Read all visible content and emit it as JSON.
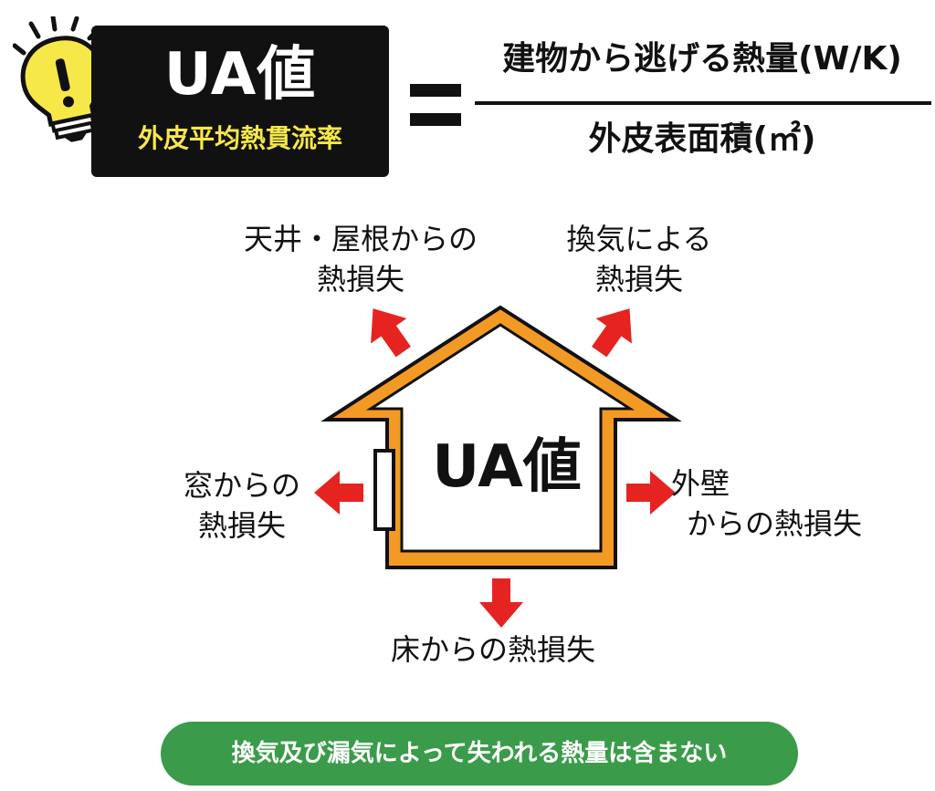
{
  "header": {
    "badge_title": "UA値",
    "badge_subtitle": "外皮平均熱貫流率",
    "numerator": "建物から逃げる熱量(W/K)",
    "denominator": "外皮表面積(㎡)"
  },
  "house": {
    "center_label": "UA値",
    "roof_label_line1": "天井・屋根からの",
    "roof_label_line2": "熱損失",
    "vent_label_line1": "換気による",
    "vent_label_line2": "熱損失",
    "window_label_line1": "窓からの",
    "window_label_line2": "熱損失",
    "wall_label_line1": "外壁",
    "wall_label_line2": "からの熱損失",
    "floor_label": "床からの熱損失"
  },
  "note": {
    "text": "換気及び漏気によって失われる熱量は含まない"
  },
  "colors": {
    "badge_bg": "#111111",
    "badge_subtitle": "#f7e84a",
    "house_frame": "#f39a25",
    "arrow": "#e52421",
    "note_bg": "#3a9c4a",
    "bulb": "#f7e84a"
  },
  "icons": {
    "bulb": "lightbulb-exclamation-icon",
    "equals": "equals-icon",
    "arrow": "red-arrow-icon"
  }
}
